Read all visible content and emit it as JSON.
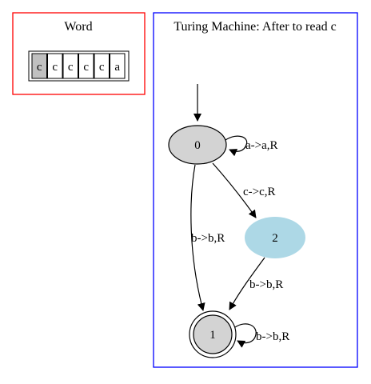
{
  "colors": {
    "word_frame": "#ff0000",
    "machine_frame": "#0000ff",
    "visited_state_fill": "#d3d3d3",
    "current_state_fill": "#add8e6",
    "edge": "#000000"
  },
  "word_panel": {
    "title": "Word",
    "cells": [
      "c",
      "c",
      "c",
      "c",
      "c",
      "a"
    ],
    "head_index": 0
  },
  "machine_panel": {
    "title": "Turing Machine: After to read c",
    "states": [
      {
        "id": "0",
        "label": "0",
        "status": "visited",
        "accepting": false,
        "initial": true
      },
      {
        "id": "2",
        "label": "2",
        "status": "current",
        "accepting": false,
        "initial": false
      },
      {
        "id": "1",
        "label": "1",
        "status": "visited",
        "accepting": true,
        "initial": false
      }
    ],
    "transitions": [
      {
        "from": "0",
        "to": "0",
        "label": "a->a,R"
      },
      {
        "from": "0",
        "to": "2",
        "label": "c->c,R"
      },
      {
        "from": "0",
        "to": "1",
        "label": "b->b,R"
      },
      {
        "from": "2",
        "to": "1",
        "label": "b->b,R"
      },
      {
        "from": "1",
        "to": "1",
        "label": "b->b,R"
      }
    ]
  }
}
